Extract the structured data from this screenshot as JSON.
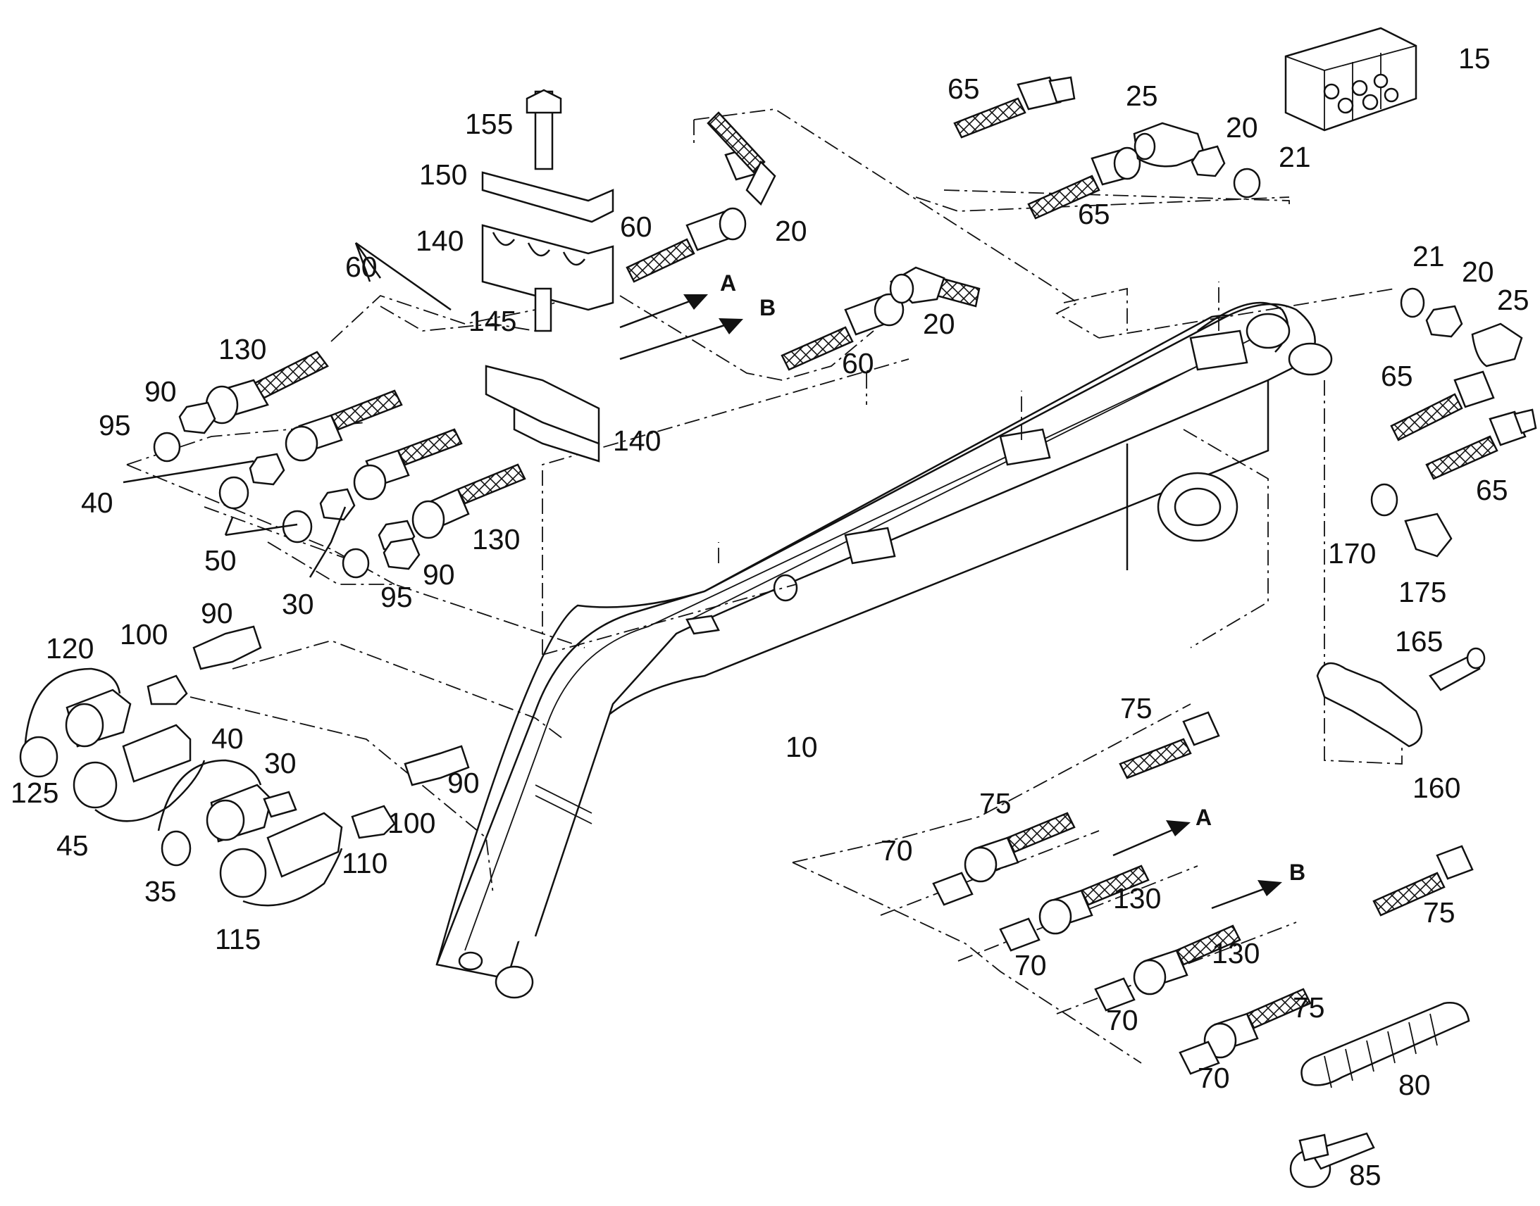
{
  "diagram": {
    "callouts": {
      "c155": "155",
      "c150": "150",
      "c140a": "140",
      "c145": "145",
      "c140b": "140",
      "c60a": "60",
      "c20a": "20",
      "c60b": "60",
      "c60c": "60",
      "c20b": "20",
      "c130a": "130",
      "c90a": "90",
      "c95a": "95",
      "c40a": "40",
      "c50": "50",
      "c30a": "30",
      "c95b": "95",
      "c90b": "90",
      "c130b": "130",
      "c65a": "65",
      "c25a": "25",
      "c20c": "20",
      "c21a": "21",
      "c65b": "65",
      "c15": "15",
      "c21b": "21",
      "c20d": "20",
      "c25b": "25",
      "c65c": "65",
      "c65d": "65",
      "c170": "170",
      "c175": "175",
      "c165": "165",
      "c160": "160",
      "c120": "120",
      "c100a": "100",
      "c90c": "90",
      "c125": "125",
      "c45": "45",
      "c40b": "40",
      "c30b": "30",
      "c100b": "100",
      "c90d": "90",
      "c35": "35",
      "c110": "110",
      "c115": "115",
      "c10": "10",
      "c75a": "75",
      "c75b": "75",
      "c70a": "70",
      "c130c": "130",
      "c70b": "70",
      "c130d": "130",
      "c70c": "70",
      "c75c": "75",
      "c70d": "70",
      "c75d": "75",
      "c80": "80",
      "c85": "85"
    },
    "flow_markers": {
      "a1": "A",
      "b1": "B",
      "a2": "A",
      "b2": "B"
    }
  }
}
